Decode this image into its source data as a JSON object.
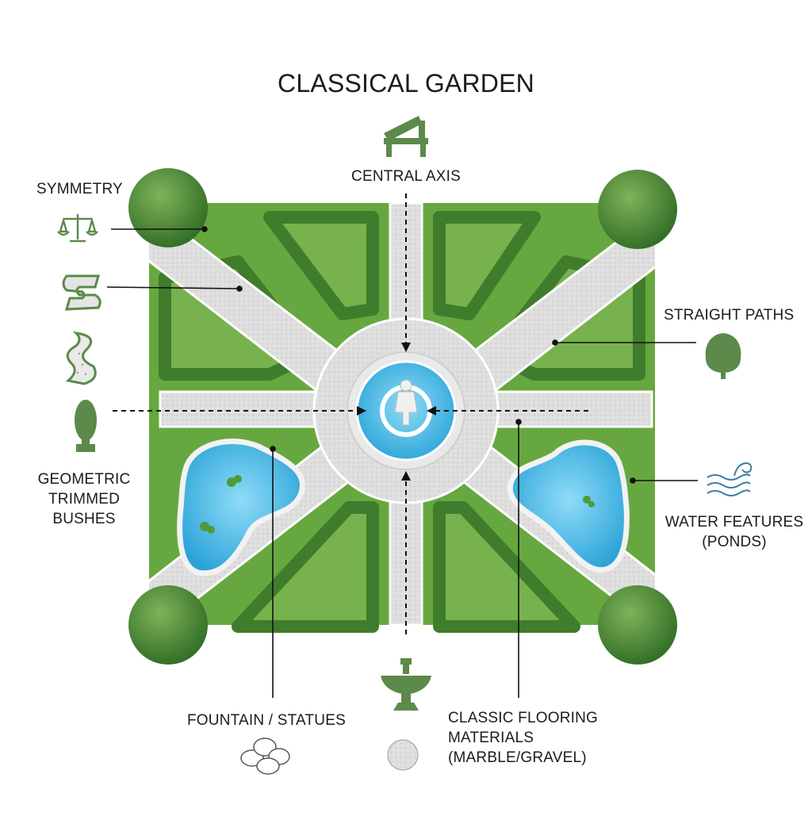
{
  "title": "CLASSICAL GARDEN",
  "labels": {
    "central_axis": "CENTRAL AXIS",
    "symmetry": "SYMMETRY",
    "straight_paths": "STRAIGHT PATHS",
    "geometric_bushes": [
      "GEOMETRIC",
      "TRIMMED",
      "BUSHES"
    ],
    "water_features": [
      "WATER FEATURES",
      "(PONDS)"
    ],
    "fountain_statues": "FOUNTAIN / STATUES",
    "flooring": [
      "CLASSIC FLOORING",
      "MATERIALS",
      "(MARBLE/GRAVEL)"
    ]
  },
  "icons": [
    "bench-icon",
    "balance-scale-icon",
    "s-curve-icon",
    "wavy-path-icon",
    "topiary-bush-icon",
    "tree-icon",
    "water-waves-icon",
    "birdbath-fountain-icon",
    "stones-icon",
    "gravel-icon"
  ],
  "colors": {
    "lawn": "#66a83f",
    "hedge": "#3f7d2c",
    "path": "#dcdcdc",
    "water": "#49b9e6",
    "icon_green": "#5b8a4a",
    "text": "#1c1c1c"
  }
}
